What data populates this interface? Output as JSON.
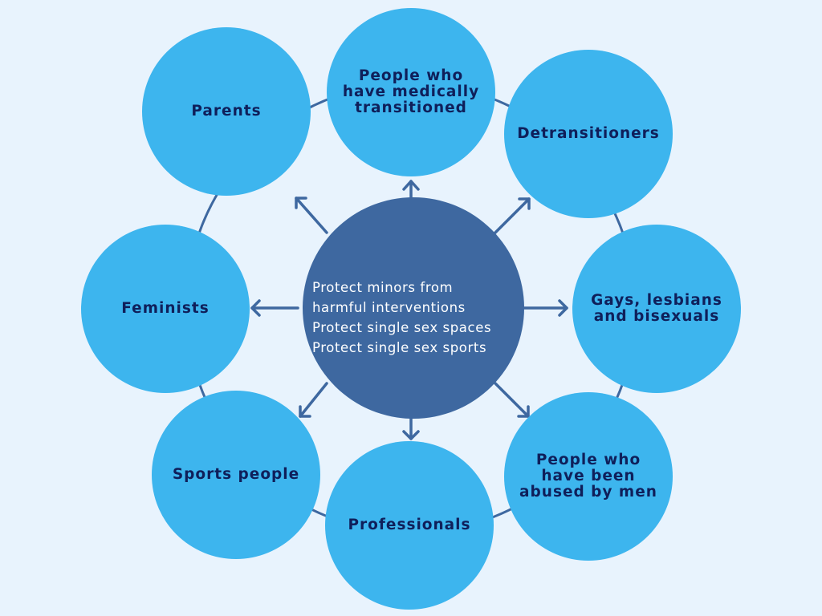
{
  "center": {
    "lines": [
      "Protect minors from",
      "harmful interventions",
      "Protect single sex spaces",
      "Protect single sex sports"
    ]
  },
  "groups": [
    "People who have medically transitioned",
    "Detransitioners",
    "Gays, lesbians and bisexuals",
    "People who have been abused by men",
    "Professionals",
    "Sports people",
    "Feminists",
    "Parents"
  ],
  "colors": {
    "background": "#e8f3fd",
    "outer_circle": "#3db5ee",
    "center_circle": "#3e68a0",
    "arrow": "#3e68a0",
    "ring": "#3e68a0",
    "group_text": "#0f1f5a",
    "center_text": "#ffffff"
  }
}
